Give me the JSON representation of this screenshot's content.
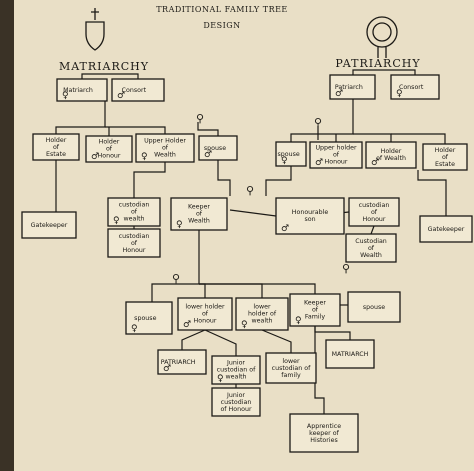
{
  "title": [
    "TRADITIONAL FAMILY TREE",
    "DESIGN"
  ],
  "heads": {
    "left": "MATRIARCHY",
    "right": "PATRIARCHY"
  },
  "symbols": {
    "male": "♂",
    "female": "♀",
    "union": "⚲"
  },
  "nodes": [
    {
      "id": "matriarch",
      "lines": [
        "Matriarch"
      ],
      "sym": "♀"
    },
    {
      "id": "consort-l",
      "lines": [
        "Consort"
      ],
      "sym": "♂"
    },
    {
      "id": "patriarch-top",
      "lines": [
        "Patriarch"
      ],
      "sym": "♂"
    },
    {
      "id": "consort-r",
      "lines": [
        "Consort"
      ],
      "sym": "♀"
    },
    {
      "id": "holder-estate-l",
      "lines": [
        "Holder",
        "of",
        "Estate"
      ],
      "sym": ""
    },
    {
      "id": "holder-honour-l",
      "lines": [
        "Holder",
        "of",
        "Honour"
      ],
      "sym": "♂"
    },
    {
      "id": "upper-wealth-l",
      "lines": [
        "Upper Holder",
        "of",
        "Wealth"
      ],
      "sym": "♀"
    },
    {
      "id": "spouse-l1",
      "lines": [
        "spouse"
      ],
      "sym": "♂"
    },
    {
      "id": "spouse-r1",
      "lines": [
        "spouse"
      ],
      "sym": "♀"
    },
    {
      "id": "upper-honour-r",
      "lines": [
        "Upper holder",
        "of",
        "Honour"
      ],
      "sym": "♂"
    },
    {
      "id": "holder-wealth-r",
      "lines": [
        "Holder",
        "of Wealth"
      ],
      "sym": "♂"
    },
    {
      "id": "holder-estate-r",
      "lines": [
        "Holder",
        "of",
        "Estate"
      ],
      "sym": ""
    },
    {
      "id": "gatekeeper-l",
      "lines": [
        "Gatekeeper"
      ],
      "sym": ""
    },
    {
      "id": "custodian-wealth-l",
      "lines": [
        "custodian",
        "of",
        "wealth"
      ],
      "sym": "♀"
    },
    {
      "id": "custodian-honour-l",
      "lines": [
        "custodian",
        "of",
        "Honour"
      ],
      "sym": ""
    },
    {
      "id": "keeper-wealth",
      "lines": [
        "Keeper",
        "of",
        "Wealth"
      ],
      "sym": "♀"
    },
    {
      "id": "honourable-son",
      "lines": [
        "Honourable",
        "son"
      ],
      "sym": "♂"
    },
    {
      "id": "custodian-honour-r",
      "lines": [
        "custodian",
        "of",
        "Honour"
      ],
      "sym": ""
    },
    {
      "id": "custodian-wealth-r",
      "lines": [
        "Custodian",
        "of",
        "Wealth"
      ],
      "sym": ""
    },
    {
      "id": "gatekeeper-r",
      "lines": [
        "Gatekeeper"
      ],
      "sym": ""
    },
    {
      "id": "spouse-g3",
      "lines": [
        "spouse"
      ],
      "sym": "♀"
    },
    {
      "id": "lower-honour",
      "lines": [
        "lower holder",
        "of",
        "Honour"
      ],
      "sym": "♂"
    },
    {
      "id": "lower-wealth",
      "lines": [
        "lower",
        "holder of",
        "wealth"
      ],
      "sym": "♀"
    },
    {
      "id": "keeper-family",
      "lines": [
        "Keeper",
        "of",
        "Family"
      ],
      "sym": "♀"
    },
    {
      "id": "spouse-g3r",
      "lines": [
        "spouse"
      ],
      "sym": ""
    },
    {
      "id": "patriarch-bottom",
      "lines": [
        "PATRIARCH"
      ],
      "sym": "♂"
    },
    {
      "id": "junior-custodian-wealth",
      "lines": [
        "Junior",
        "custodian of",
        "wealth"
      ],
      "sym": "♀"
    },
    {
      "id": "lower-custodian-family",
      "lines": [
        "lower",
        "custodian of",
        "family"
      ],
      "sym": ""
    },
    {
      "id": "matriarch-bottom",
      "lines": [
        "MATRIARCH"
      ],
      "sym": ""
    },
    {
      "id": "junior-custodian-honour",
      "lines": [
        "Junior",
        "custodian",
        "of Honour"
      ],
      "sym": ""
    },
    {
      "id": "apprentice-keeper",
      "lines": [
        "Apprentice",
        "keeper of",
        "Histories"
      ],
      "sym": ""
    }
  ]
}
